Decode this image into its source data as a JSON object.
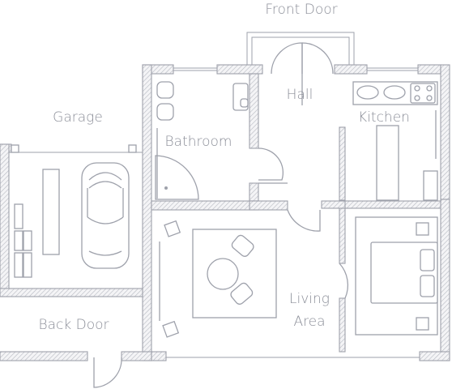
{
  "labels": {
    "front_door": "Front Door",
    "hall": "Hall",
    "kitchen": "Kitchen",
    "garage": "Garage",
    "bathroom": "Bathroom",
    "living_1": "Living",
    "living_2": "Area",
    "back_door": "Back Door"
  },
  "colors": {
    "line": "#9ea1ab",
    "hatch": "#b7bac2",
    "text": "#8b8e98",
    "background": "#ffffff"
  }
}
